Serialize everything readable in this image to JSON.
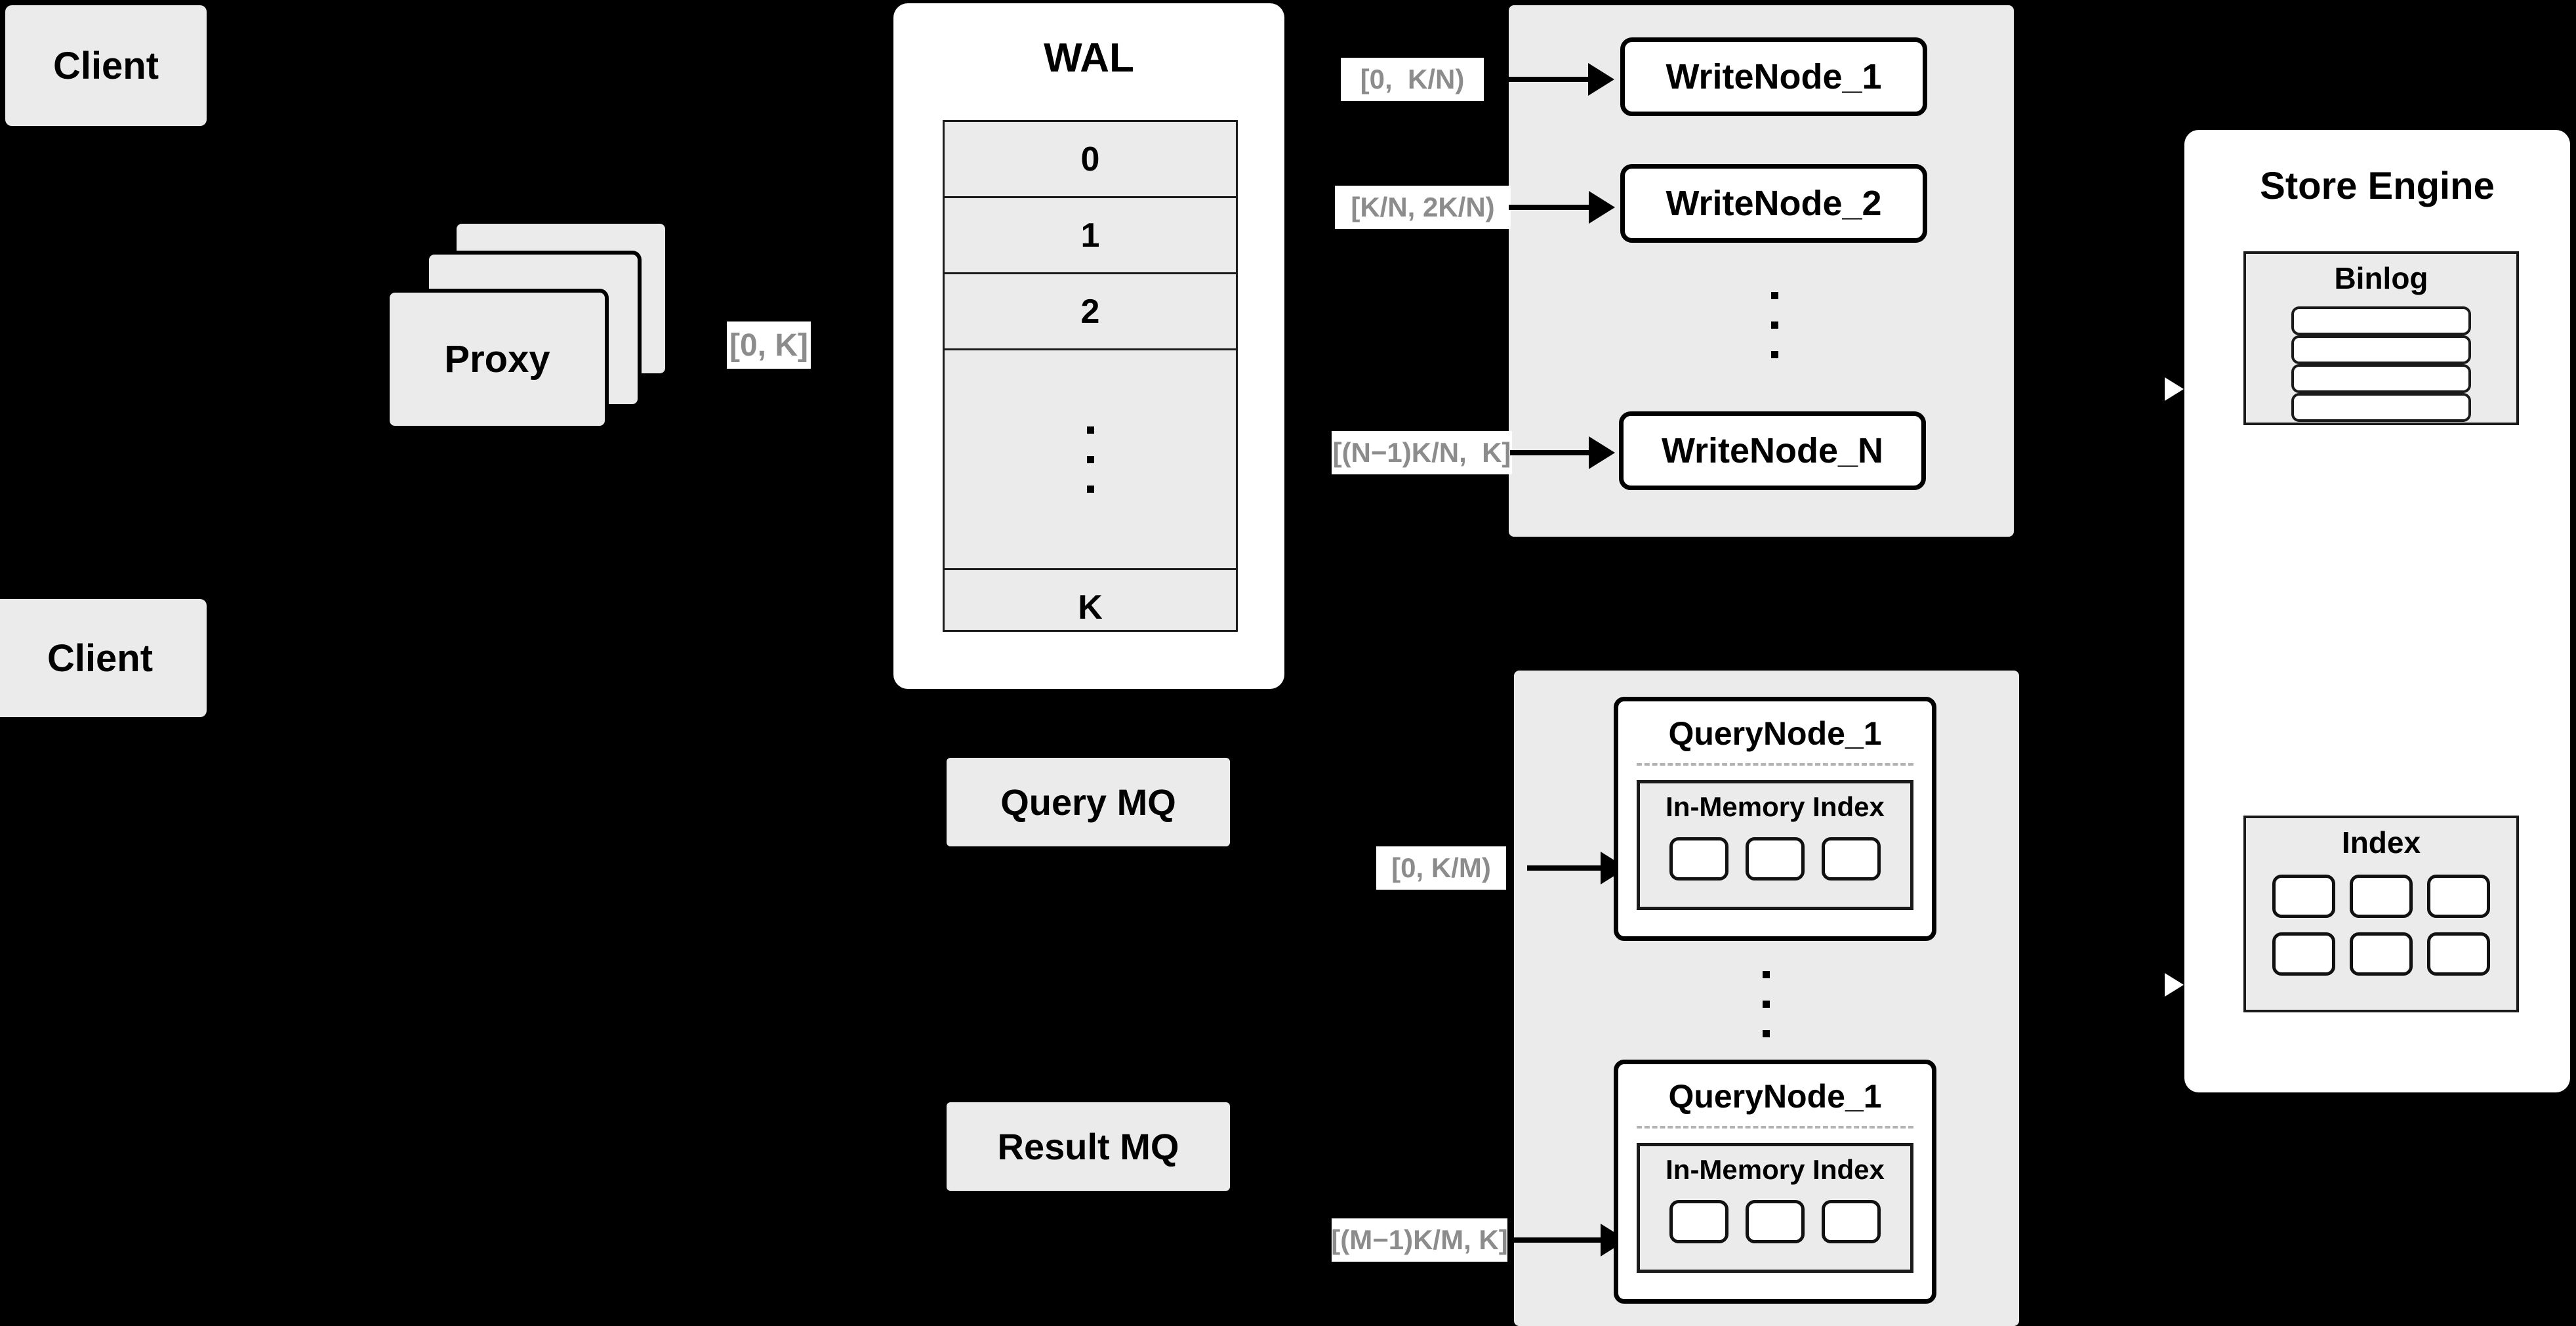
{
  "diagram": {
    "title": "Distributed write/query architecture",
    "colors": {
      "background": "#000000",
      "node_fill": "#ebebeb",
      "container_fill": "#ffffff",
      "stroke": "#000000",
      "label_text": "#8c8c8c",
      "divider": "#b3b3b3"
    }
  },
  "clients": [
    {
      "label": "Client"
    },
    {
      "label": "Client"
    }
  ],
  "proxy": {
    "label": "Proxy",
    "stack_count": 3,
    "out_range_label": "[0, K]"
  },
  "wal": {
    "title": "WAL",
    "slots": [
      "0",
      "1",
      "2",
      "···",
      "K"
    ],
    "ellipsis_dots": 3
  },
  "write_cluster": {
    "nodes": [
      {
        "label": "WriteNode_1",
        "range_label": "[0,  K/N)"
      },
      {
        "label": "WriteNode_2",
        "range_label": "[K/N, 2K/N)"
      },
      {
        "label": "WriteNode_N",
        "range_label": "[(N−1)K/N,  K]"
      }
    ],
    "ellipsis_dots": 3
  },
  "query_cluster": {
    "nodes": [
      {
        "label": "QueryNode_1",
        "range_label": "[0, K/M)",
        "index": {
          "title": "In-Memory Index",
          "segment_count": 3
        }
      },
      {
        "label": "QueryNode_1",
        "range_label": "[(M−1)K/M, K]",
        "index": {
          "title": "In-Memory Index",
          "segment_count": 3
        }
      }
    ],
    "ellipsis_dots": 3
  },
  "message_queues": [
    {
      "label": "Query MQ"
    },
    {
      "label": "Result MQ"
    }
  ],
  "store_engine": {
    "title": "Store Engine",
    "binlog": {
      "title": "Binlog",
      "entry_count": 4
    },
    "index": {
      "title": "Index",
      "entry_count": 6
    }
  }
}
